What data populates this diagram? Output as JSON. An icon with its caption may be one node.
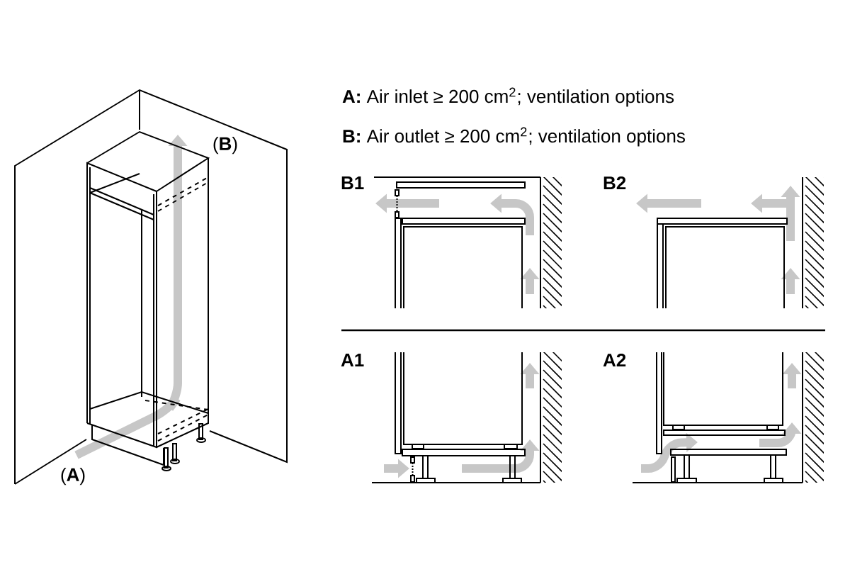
{
  "diagram": {
    "labels": [
      "**A:** Air inlet ≥ 200 cm$^{2}$; ventilation options",
      "**B:** Air outlet ≥ 200 cm$^{2}$; ventilation options",
      "(**B**)",
      "B1",
      "B2",
      "A1",
      "A2",
      "(**A**)"
    ]
  }
}
